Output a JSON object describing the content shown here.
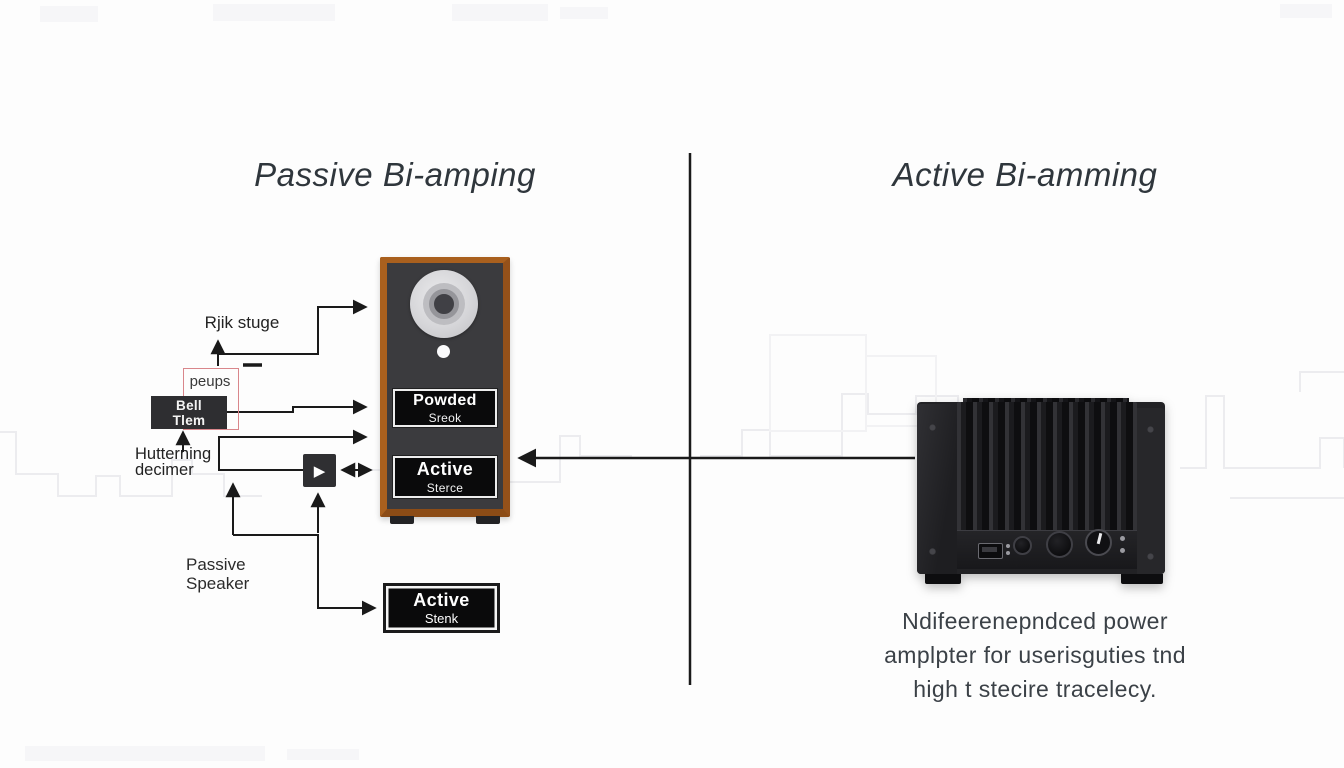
{
  "left": {
    "title": "Passive Bi-amping",
    "top_label": "Rjik stuge",
    "pink_box_label": "peups",
    "crossover_box": {
      "line1": "Bell",
      "line2": "Tlem"
    },
    "amp_label": {
      "line1": "Hutterning",
      "line2": "decimer"
    },
    "speaker_label": {
      "line1": "Passive",
      "line2": "Speaker"
    },
    "speaker_badge_top": {
      "line1": "Powded",
      "line2": "Sreok"
    },
    "speaker_badge_bottom": {
      "line1": "Active",
      "line2": "Sterce"
    },
    "active_box": {
      "line1": "Active",
      "line2": "Stenk"
    },
    "play_glyph": "▶"
  },
  "right": {
    "title": "Active Bi-amming",
    "caption": {
      "line1": "Ndifeerenepndced power",
      "line2": "amplpter for userisguties tnd",
      "line3": "high t stecire tracelecy."
    }
  },
  "colors": {
    "connector_line": "#1a1a1a",
    "speaker_wood": "#a9601e",
    "pink_border": "#d9868b",
    "badge_background": "#0a0a0b",
    "background_trace": "#ececef"
  }
}
